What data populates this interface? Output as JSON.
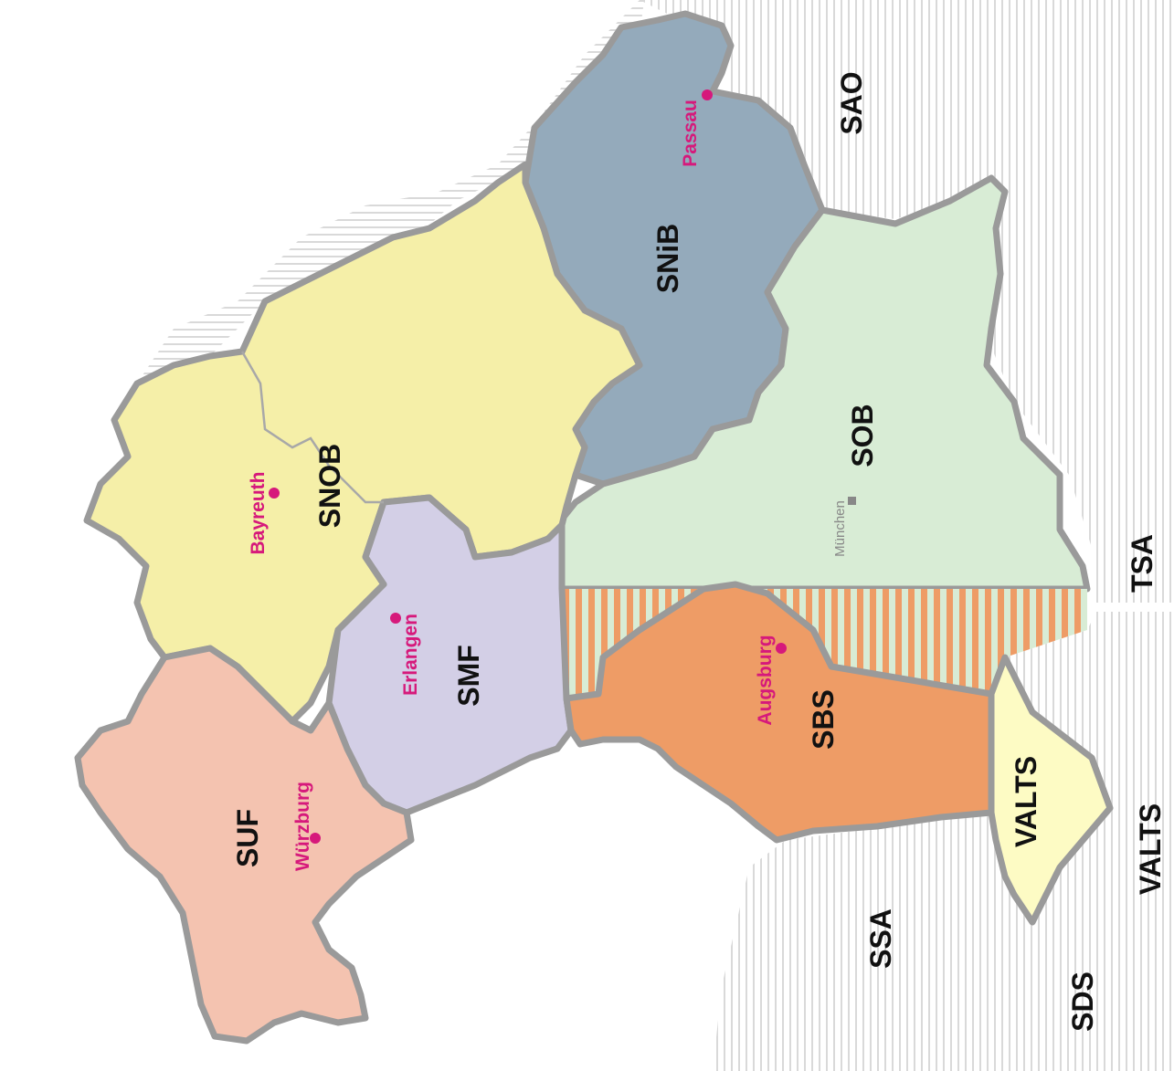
{
  "colors": {
    "suf": "#f4c3b0",
    "snob": "#f5efa8",
    "smf": "#d3cfe6",
    "snib": "#94aabb",
    "sob": "#d8ecd5",
    "sbs": "#ee9c66",
    "valts": "#fdfbc4",
    "city": "#d6197b",
    "border": "#9a9a9a",
    "hatch": "#d8d8d8"
  },
  "regions": {
    "suf": "SUF",
    "snob": "SNOB",
    "smf": "SMF",
    "snib": "SNiB",
    "sob": "SOB",
    "sbs": "SBS",
    "valts": "VALTS"
  },
  "outside": {
    "sao": "SAO",
    "tsa": "TSA",
    "valts_right": "VALTS",
    "ssa": "SSA",
    "sds": "SDS"
  },
  "cities": {
    "passau": "Passau",
    "bayreuth": "Bayreuth",
    "erlangen": "Erlangen",
    "augsburg": "Augsburg",
    "wuerzburg": "Würzburg",
    "muenchen": "München"
  }
}
